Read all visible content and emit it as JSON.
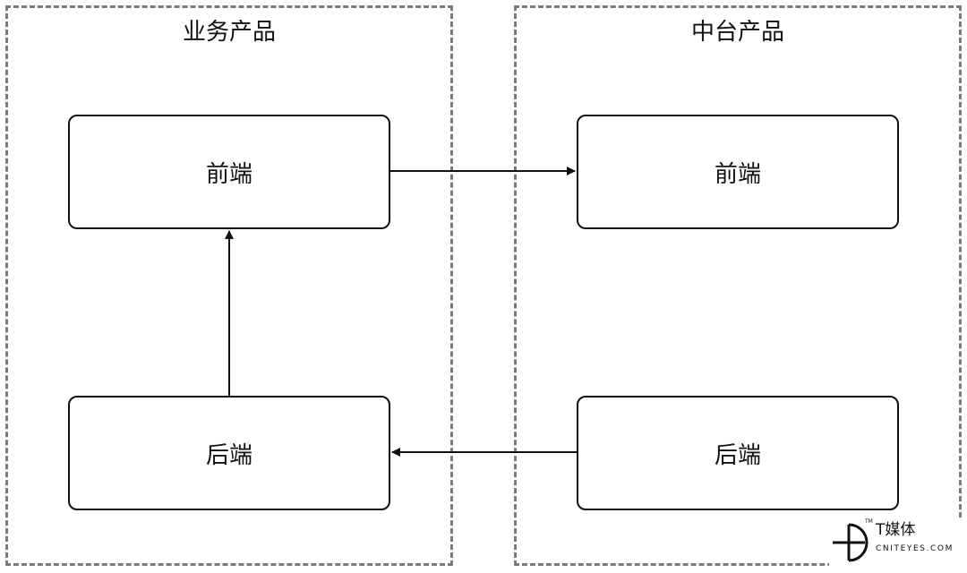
{
  "groups": {
    "left": {
      "title": "业务产品"
    },
    "right": {
      "title": "中台产品"
    }
  },
  "nodes": {
    "left_front": {
      "label": "前端"
    },
    "left_back": {
      "label": "后端"
    },
    "right_front": {
      "label": "前端"
    },
    "right_back": {
      "label": "后端"
    }
  },
  "edges": [
    {
      "from": "left_back",
      "to": "left_front"
    },
    {
      "from": "left_front",
      "to": "right_front"
    },
    {
      "from": "right_back",
      "to": "left_back"
    }
  ],
  "watermark": {
    "name": "T媒体",
    "url": "CNITEYES.COM",
    "tm": "TM"
  },
  "colors": {
    "border_dashed": "#7a7a7a",
    "line": "#111111",
    "background": "#ffffff"
  }
}
